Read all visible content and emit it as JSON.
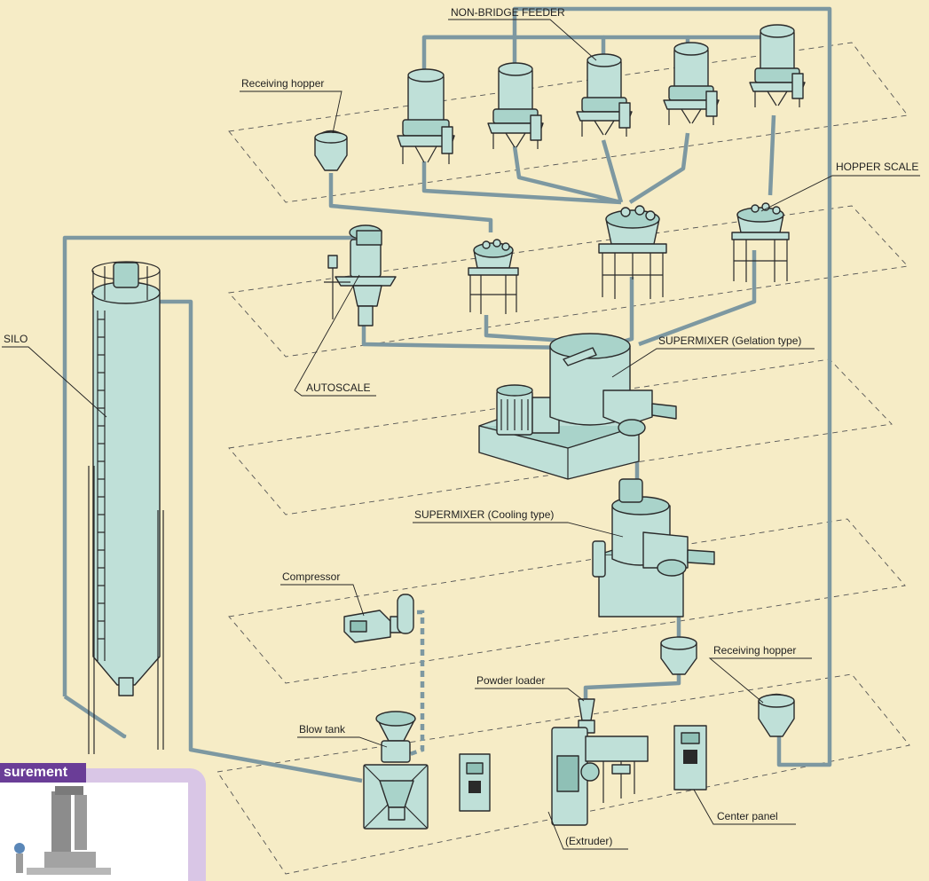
{
  "labels": {
    "non_bridge_feeder": "NON-BRIDGE FEEDER",
    "receiving_hopper_top": "Receiving hopper",
    "hopper_scale": "HOPPER SCALE",
    "silo": "SILO",
    "autoscale": "AUTOSCALE",
    "supermixer_gelation": "SUPERMIXER (Gelation type)",
    "supermixer_cooling": "SUPERMIXER (Cooling type)",
    "compressor": "Compressor",
    "receiving_hopper_bottom": "Receiving hopper",
    "powder_loader": "Powder loader",
    "blow_tank": "Blow tank",
    "extruder": "(Extruder)",
    "center_panel": "Center panel"
  },
  "inset": {
    "badge_text": "surement"
  },
  "colors": {
    "background": "#f6ecc6",
    "pipe": "#7d98a1",
    "equipment": "#bfe0d8",
    "badge": "#6a3d97",
    "card": "#d9c6e6"
  }
}
